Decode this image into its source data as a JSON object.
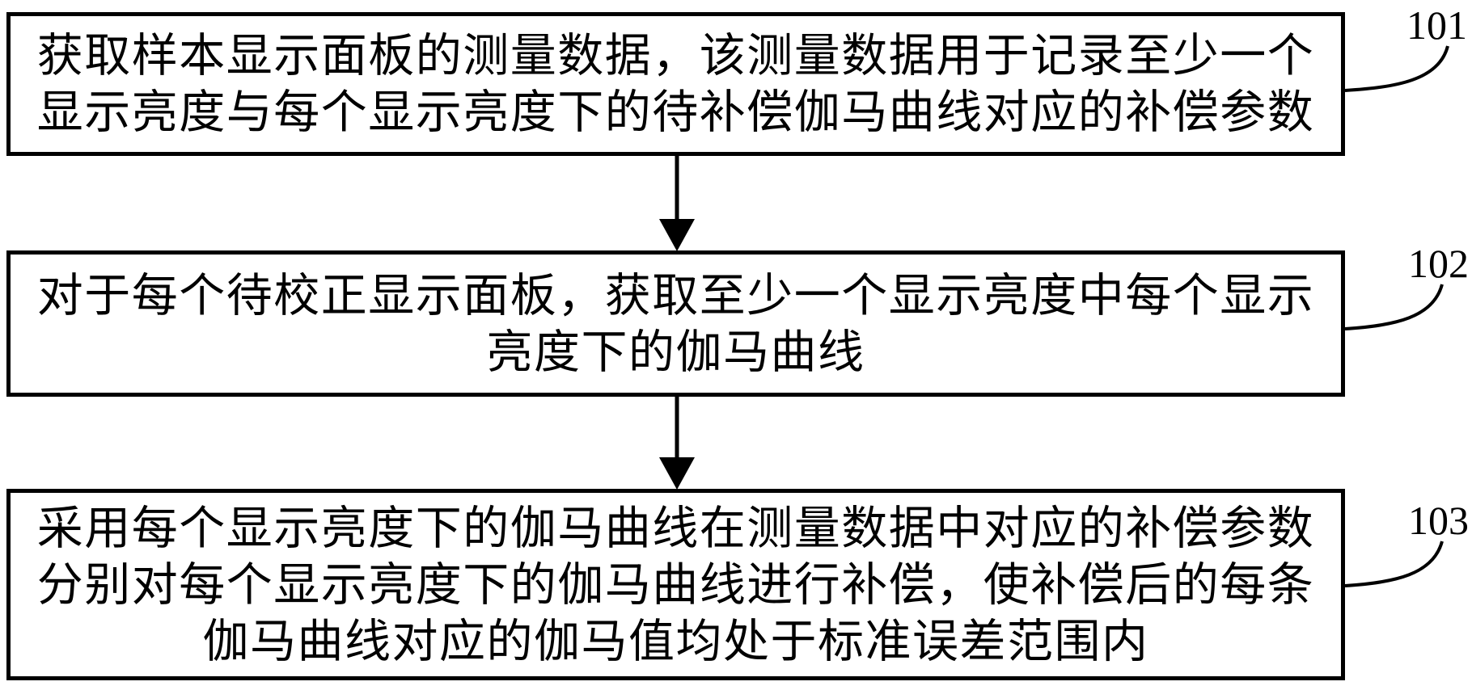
{
  "figure": {
    "type": "flowchart",
    "background_color": "#ffffff",
    "line_color": "#000000",
    "steps": [
      {
        "ref_label": "101",
        "lines": [
          "获取样本显示面板的测量数据，该测量数据用于记录至少一个",
          "显示亮度与每个显示亮度下的待补偿伽马曲线对应的补偿参数"
        ]
      },
      {
        "ref_label": "102",
        "lines": [
          "对于每个待校正显示面板，获取至少一个显示亮度中每个显示",
          "亮度下的伽马曲线"
        ]
      },
      {
        "ref_label": "103",
        "lines": [
          "采用每个显示亮度下的伽马曲线在测量数据中对应的补偿参数",
          "分别对每个显示亮度下的伽马曲线进行补偿，使补偿后的每条",
          "伽马曲线对应的伽马值均处于标准误差范围内"
        ]
      }
    ]
  }
}
